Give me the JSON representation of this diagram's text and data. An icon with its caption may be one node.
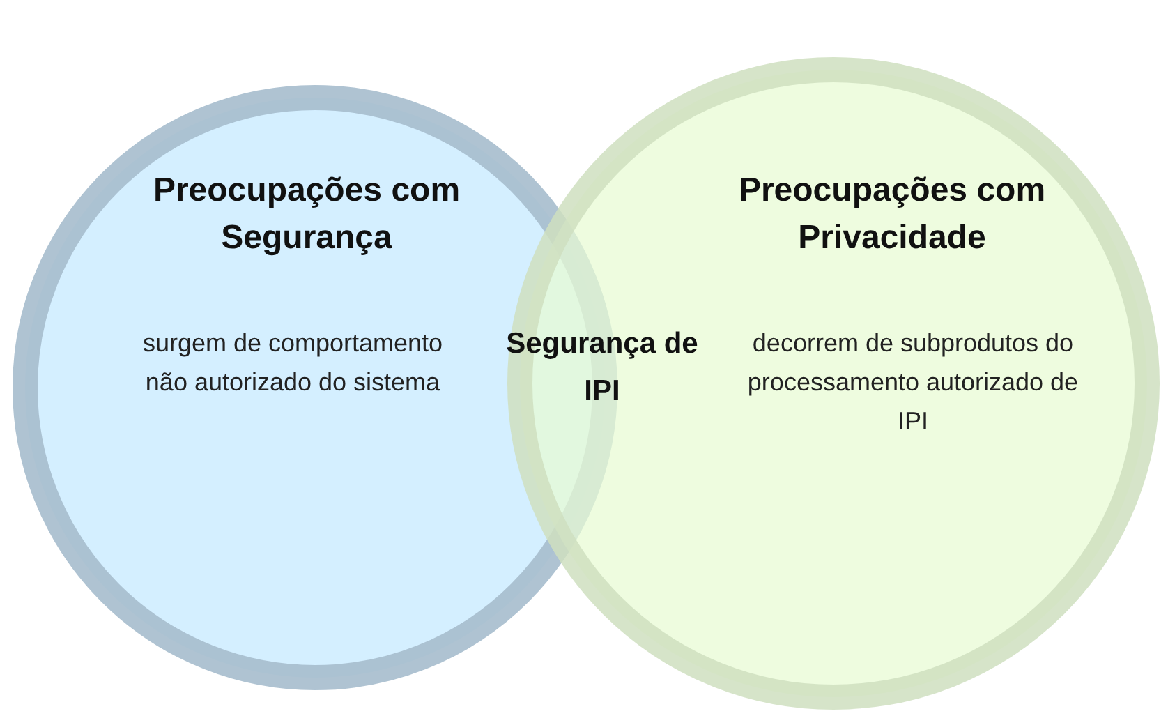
{
  "diagram": {
    "nodes": [
      {
        "text": [
          "Preocupações com Segurança",
          "surgem de comportamento não autorizado do sistema"
        ]
      },
      {
        "text": [
          "Preocupações com Privacidade",
          "decorrem de subprodutos do processamento autorizado de IPI"
        ]
      },
      {
        "text": [
          "Segurança de IPI"
        ]
      }
    ],
    "edges": []
  }
}
